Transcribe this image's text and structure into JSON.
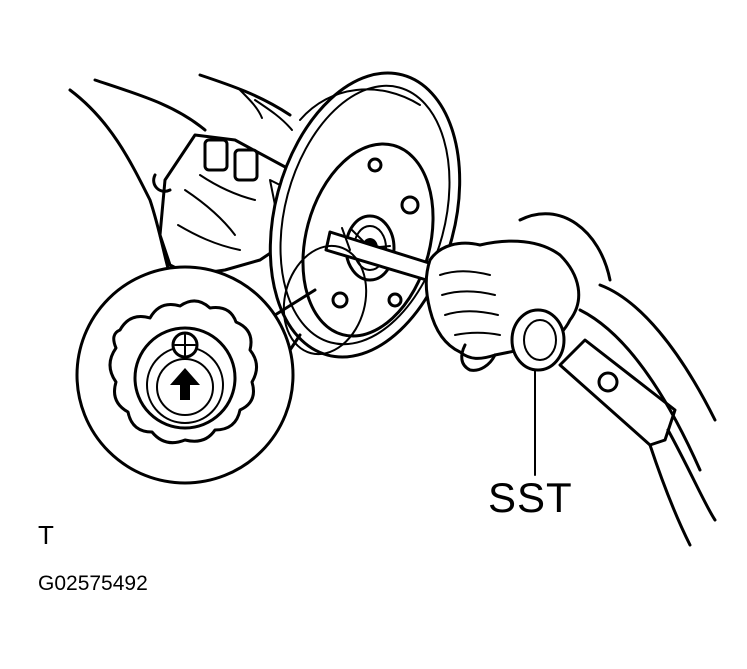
{
  "labels": {
    "tool": "SST",
    "corner_mark": "T",
    "figure_code": "G02575492"
  },
  "icons": [
    "up-arrow-icon"
  ],
  "colors": {
    "ink": "#000000",
    "paper": "#ffffff"
  }
}
